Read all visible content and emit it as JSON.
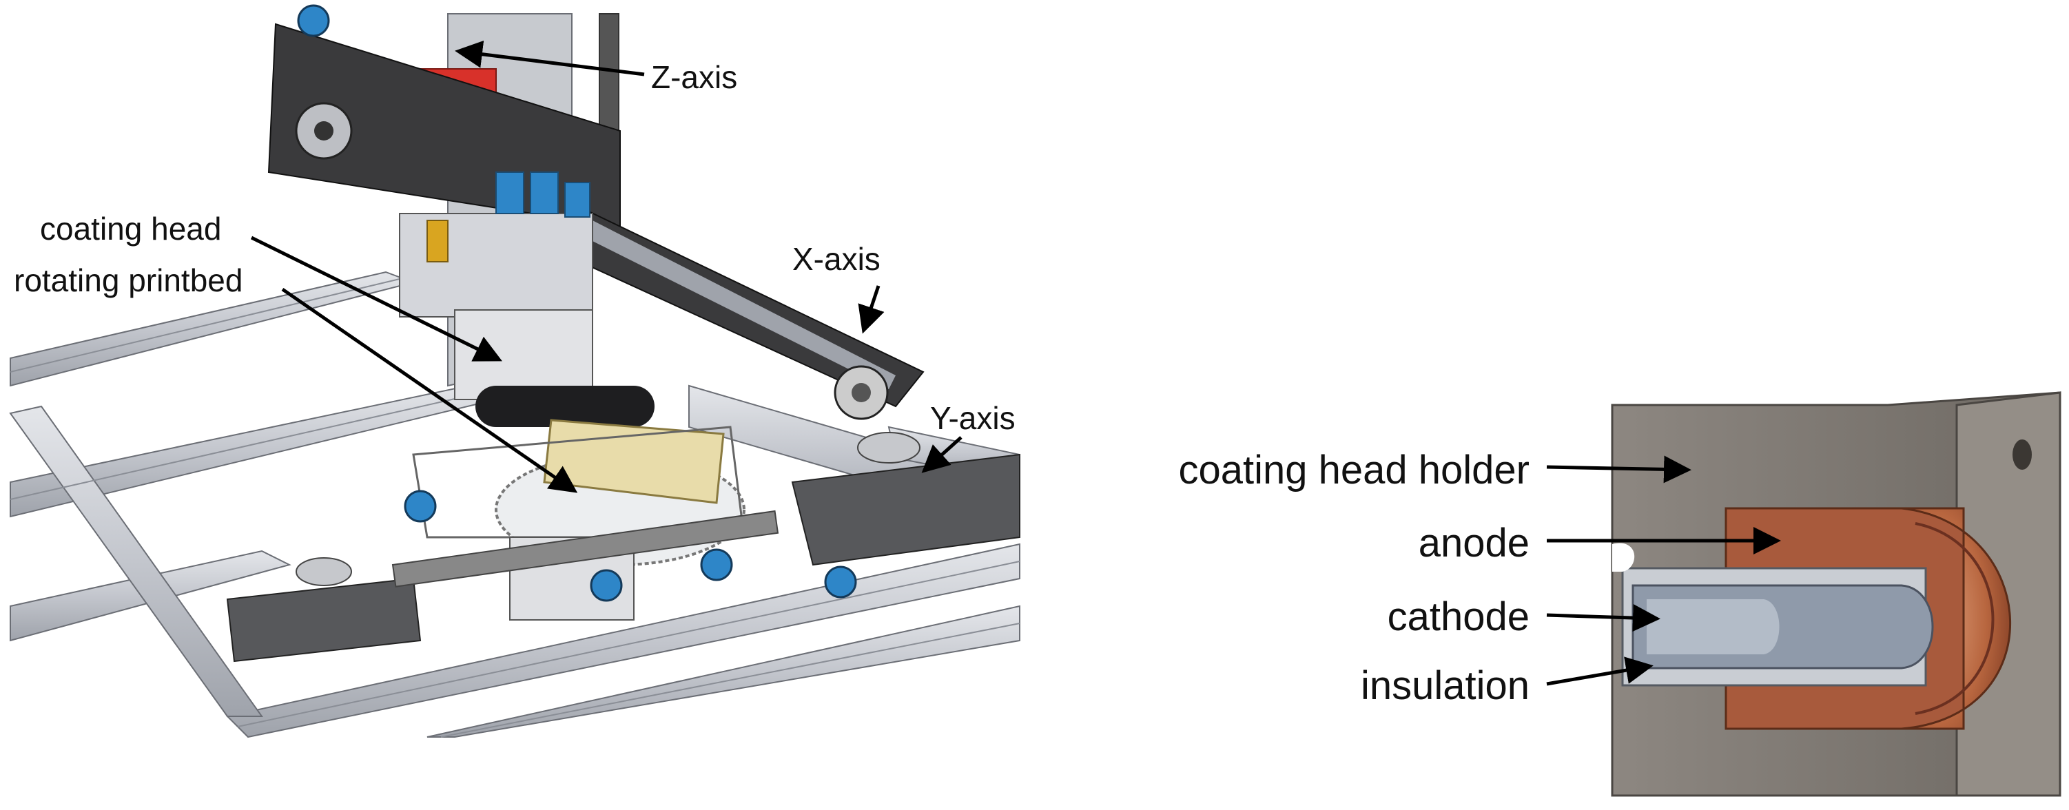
{
  "left_figure": {
    "labels": {
      "z_axis": "Z-axis",
      "x_axis": "X-axis",
      "y_axis": "Y-axis",
      "coating_head": "coating head",
      "rotating_printbed": "rotating printbed"
    }
  },
  "right_figure": {
    "labels": {
      "coating_head_holder": "coating head holder",
      "anode": "anode",
      "cathode": "cathode",
      "insulation": "insulation"
    }
  },
  "colors": {
    "aluminum": "#c9ccd3",
    "dark_plate": "#3a3a3c",
    "blue_fitting": "#2e86c8",
    "coating_pad": "#e8dcaa",
    "holder_gray": "#857f79",
    "anode_copper": "#a85a3c",
    "cathode_gray": "#8f9aaa",
    "insulation_light": "#c9cdd3"
  }
}
